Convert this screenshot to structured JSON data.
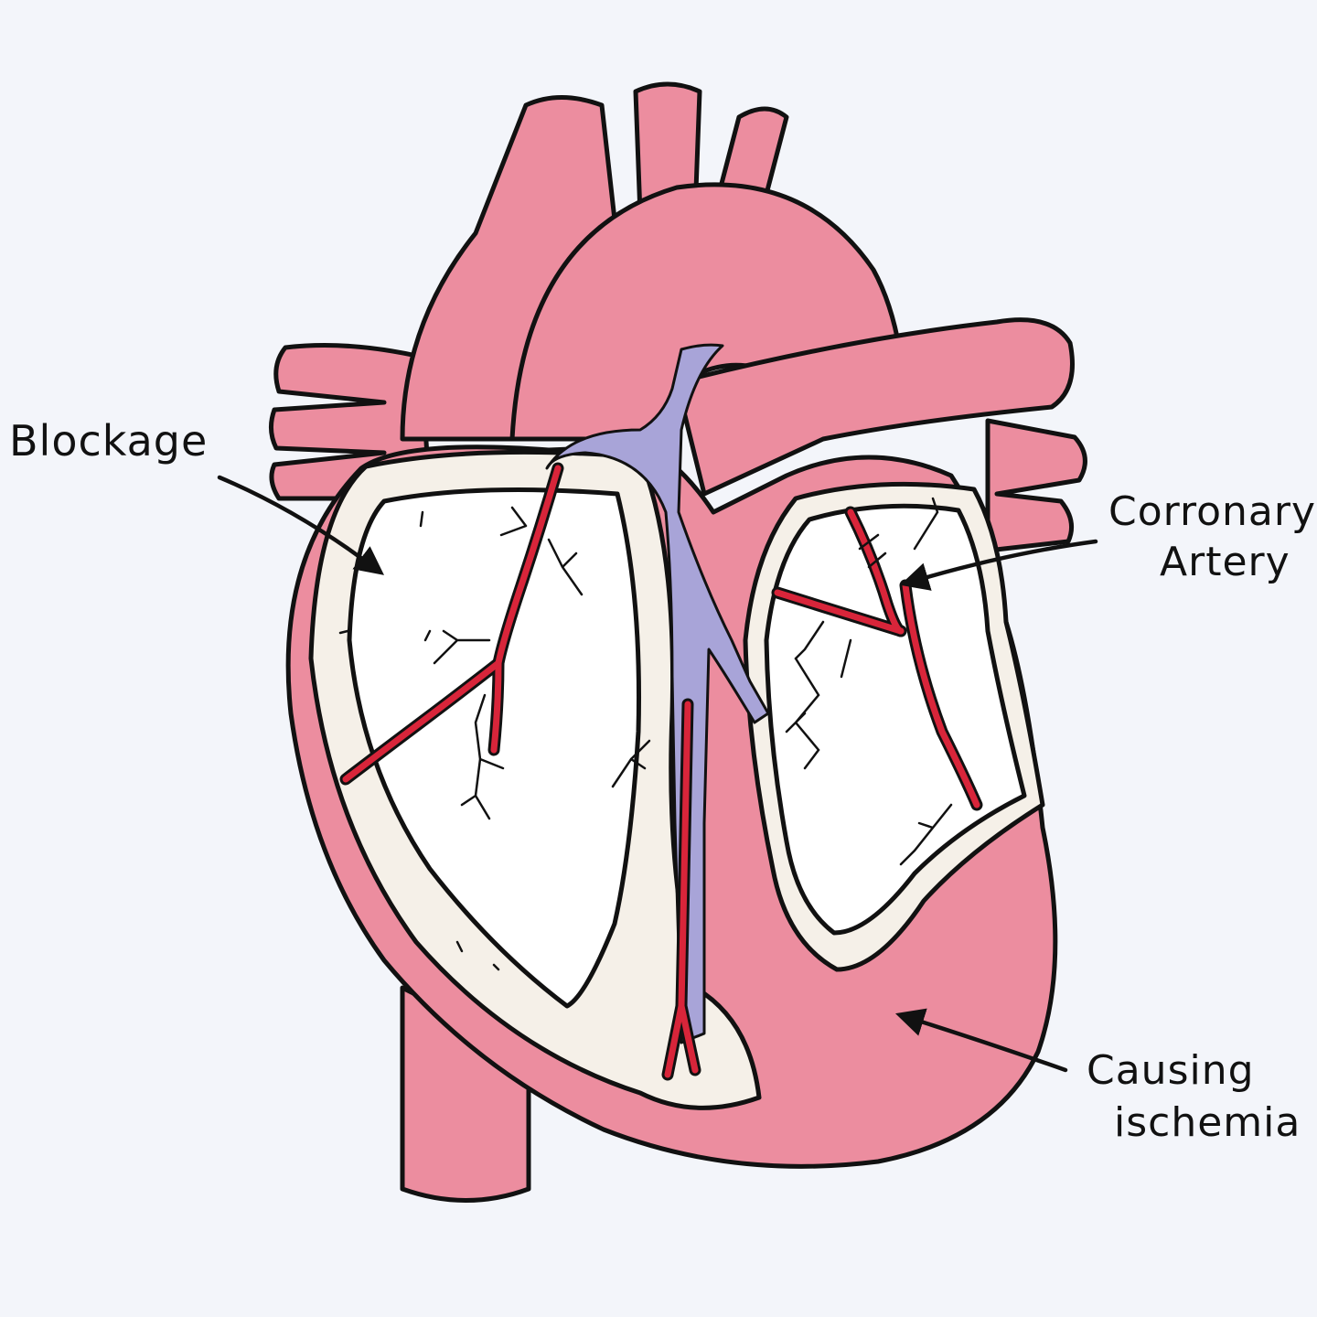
{
  "colors": {
    "background": "#f3f5fa",
    "muscle": "#ec8d9f",
    "muscle_highlight": "#f6c2cc",
    "chamber_wall": "#f5f0e8",
    "chamber_inner": "#ffffff",
    "artery": "#d8253a",
    "vein": "#a8a4d8",
    "outline": "#111111"
  },
  "labels": {
    "blockage": [
      "Blockage"
    ],
    "coronary_artery": [
      "Corronary",
      "Artery"
    ],
    "ischemia": [
      "Causing",
      "ischemia"
    ]
  }
}
